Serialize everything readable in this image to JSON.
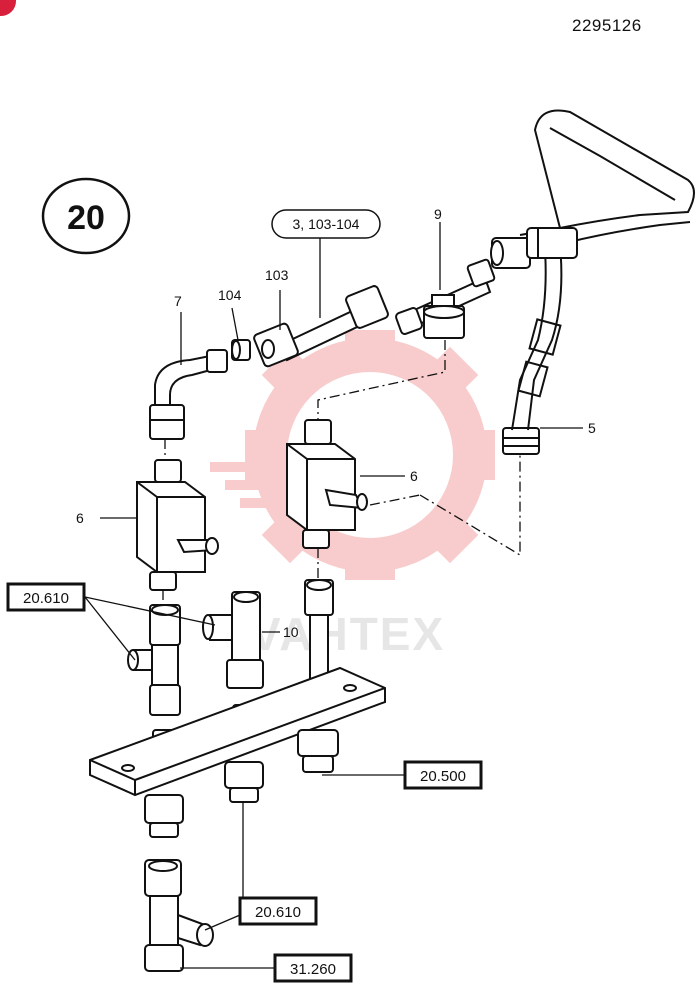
{
  "document_number": "2295126",
  "section_number": "20",
  "watermark": "VAHTEX",
  "callouts": {
    "part_7": "7",
    "part_104": "104",
    "part_103": "103",
    "part_ref_3": "3, 103-104",
    "part_9": "9",
    "part_5": "5",
    "part_6_right": "6",
    "part_6_left": "6",
    "part_10": "10"
  },
  "boxed_references": {
    "ref_top_left": "20.610",
    "ref_middle_right": "20.500",
    "ref_lower": "20.610",
    "ref_bottom": "31.260"
  },
  "colors": {
    "line": "#111111",
    "watermark": "#f4a3a3",
    "corner_mark": "#d81f3c"
  }
}
